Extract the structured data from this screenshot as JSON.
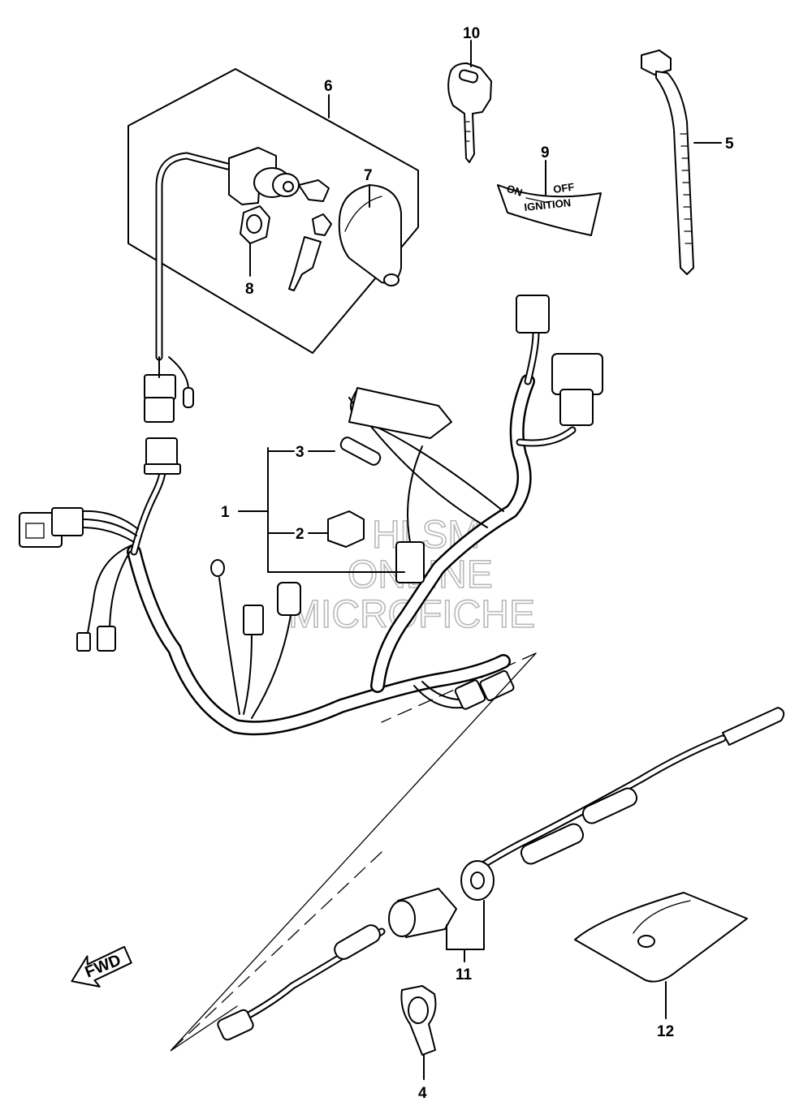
{
  "callouts": [
    {
      "id": "1",
      "label": "1"
    },
    {
      "id": "2",
      "label": "2"
    },
    {
      "id": "3",
      "label": "3"
    },
    {
      "id": "4",
      "label": "4"
    },
    {
      "id": "5",
      "label": "5"
    },
    {
      "id": "6",
      "label": "6"
    },
    {
      "id": "7",
      "label": "7"
    },
    {
      "id": "8",
      "label": "8"
    },
    {
      "id": "9",
      "label": "9"
    },
    {
      "id": "10",
      "label": "10"
    },
    {
      "id": "11",
      "label": "11"
    },
    {
      "id": "12",
      "label": "12"
    }
  ],
  "decal": {
    "on": "ON",
    "off": "OFF",
    "ignition": "IGNITION"
  },
  "direction": {
    "label": "FWD"
  },
  "watermark": {
    "line1": "HLSM",
    "line2": "ONLINE",
    "line3": "MICROFICHE"
  }
}
